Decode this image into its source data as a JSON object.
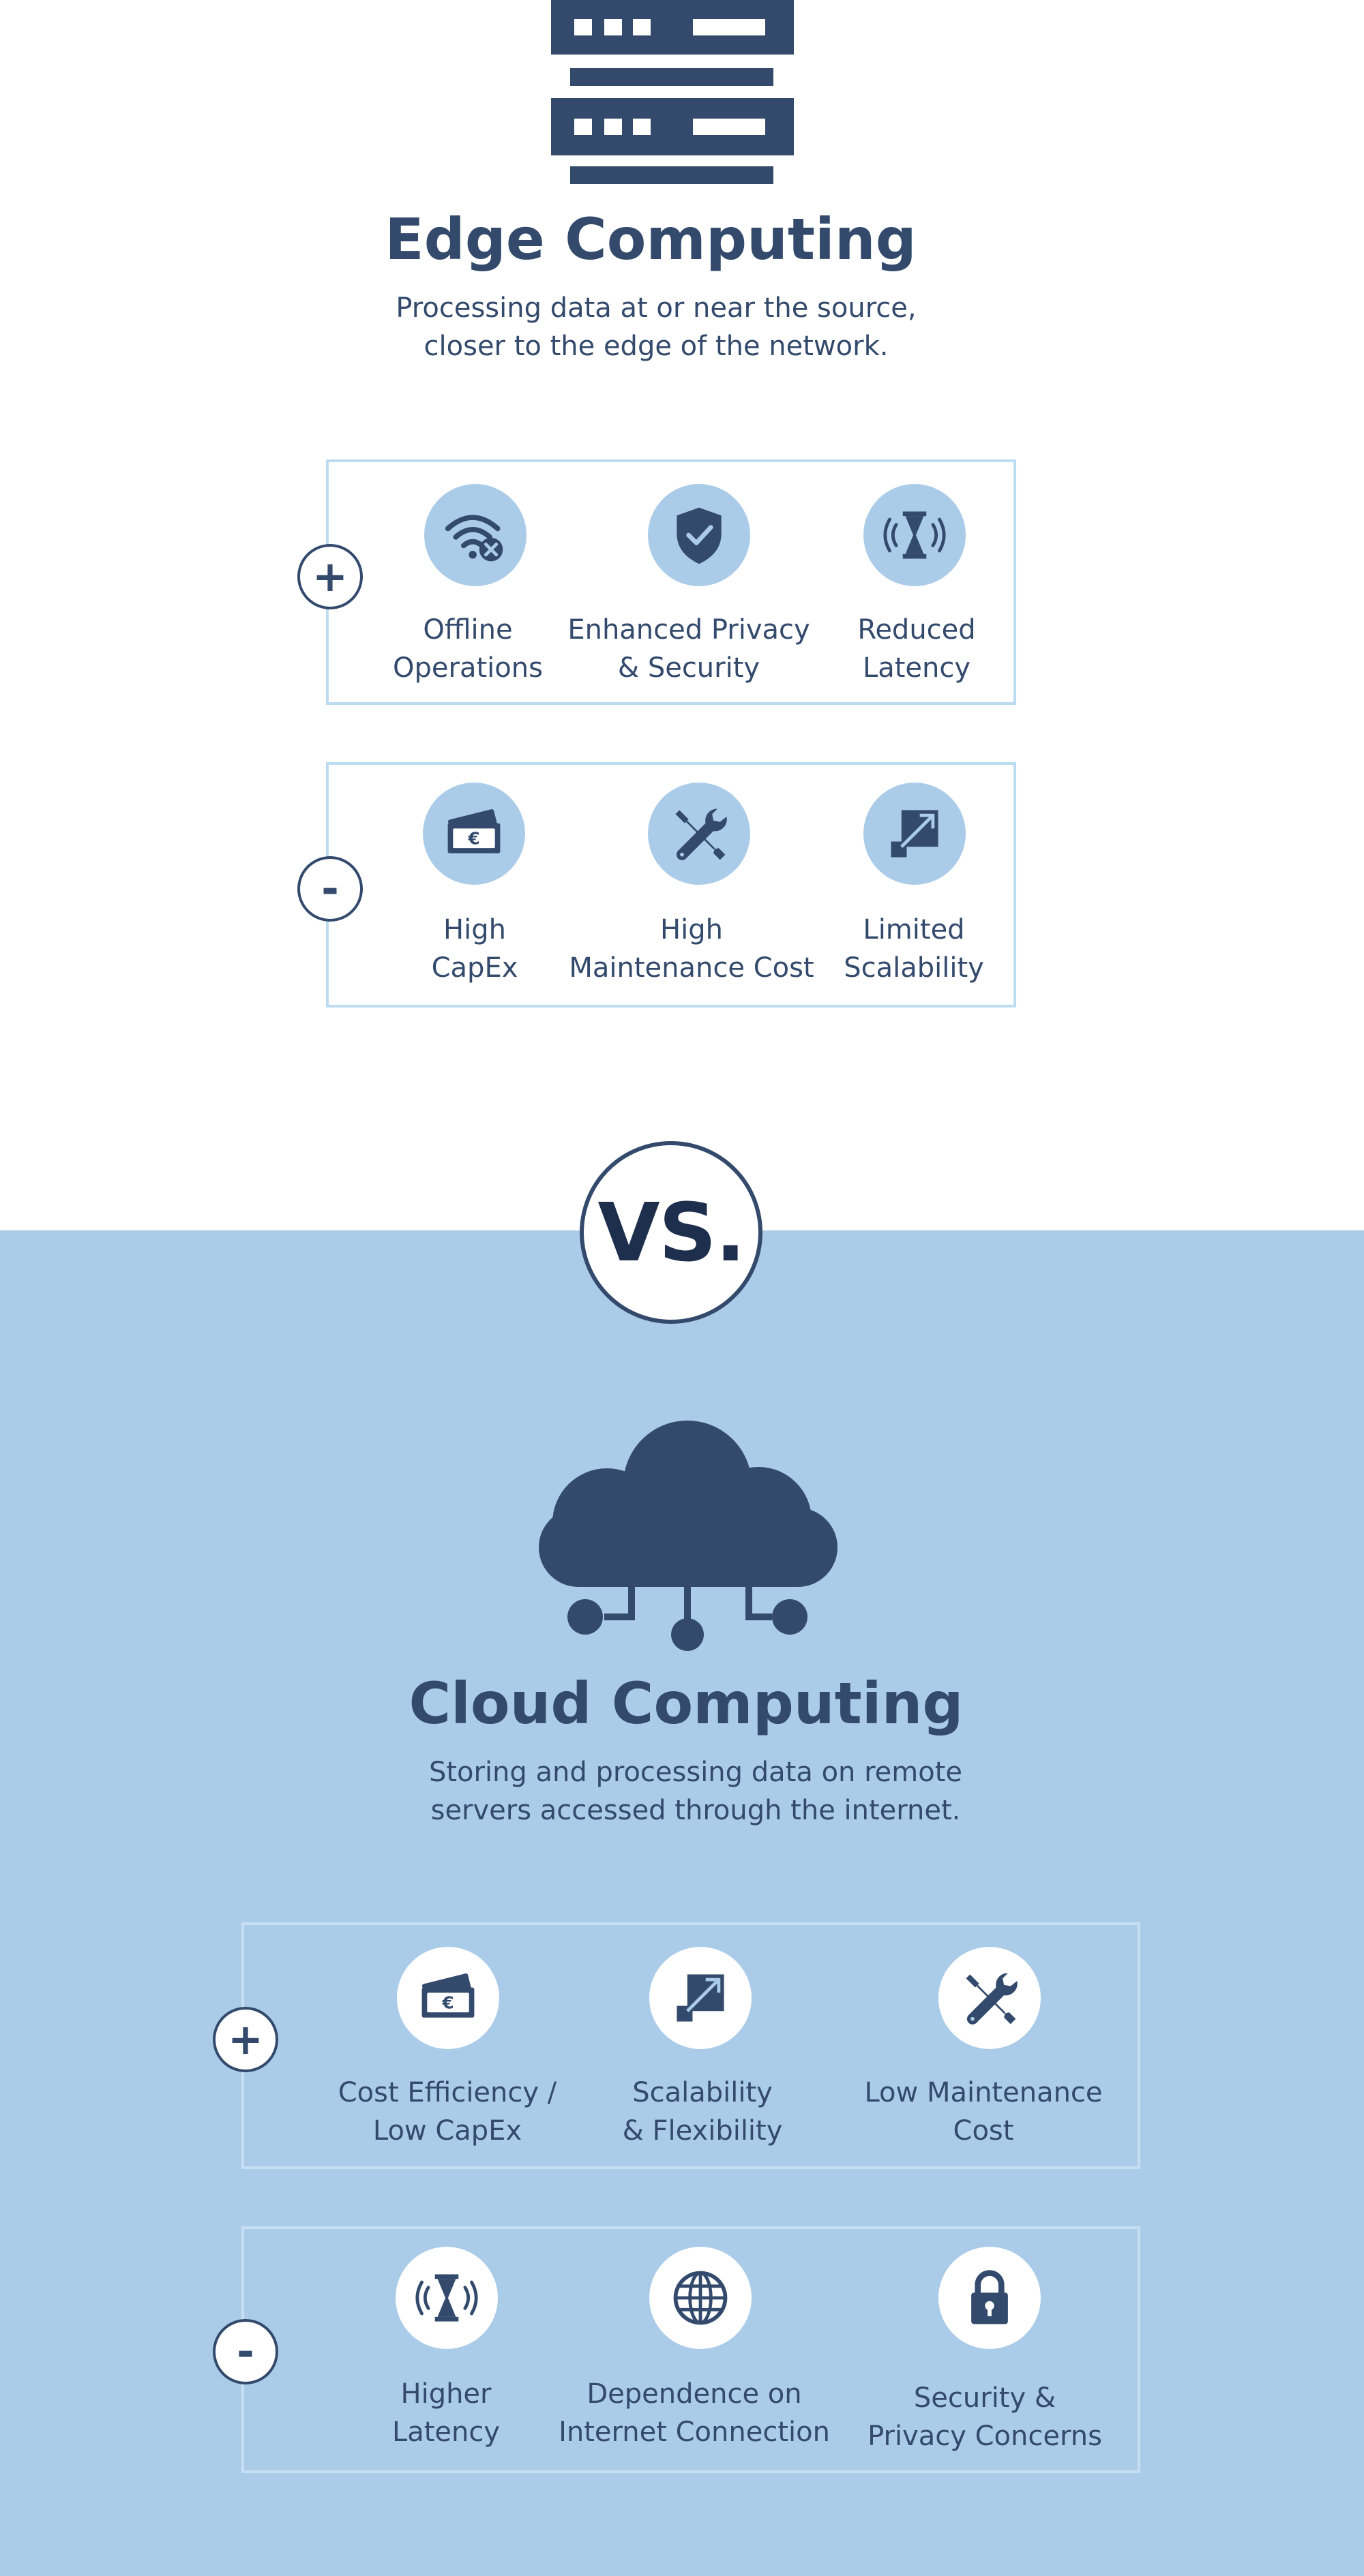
{
  "colors": {
    "navy": "#334a6c",
    "light_blue": "#abcce9",
    "box_border": "#bcdcf1",
    "white": "#ffffff"
  },
  "edge": {
    "title": "Edge Computing",
    "subtitle_lines": [
      "Processing data at or near the source,",
      "closer to the edge of the network."
    ],
    "pros_sign": "+",
    "cons_sign": "-",
    "pros": [
      {
        "icon": "wifi-off-icon",
        "lines": [
          "Offline",
          "Operations"
        ]
      },
      {
        "icon": "shield-check-icon",
        "lines": [
          "Enhanced Privacy",
          "& Security"
        ]
      },
      {
        "icon": "hourglass-signal-icon",
        "lines": [
          "Reduced",
          "Latency"
        ]
      }
    ],
    "cons": [
      {
        "icon": "euro-banknote-icon",
        "lines": [
          "High",
          "CapEx"
        ]
      },
      {
        "icon": "wrench-screwdriver-icon",
        "lines": [
          "High",
          "Maintenance Cost"
        ]
      },
      {
        "icon": "expand-arrow-icon",
        "lines": [
          "Limited",
          "Scalability"
        ]
      }
    ]
  },
  "vs_label": "VS.",
  "cloud": {
    "title": "Cloud Computing",
    "subtitle_lines": [
      "Storing and processing data on remote",
      "servers accessed through the internet."
    ],
    "pros_sign": "+",
    "cons_sign": "-",
    "pros": [
      {
        "icon": "euro-banknote-icon",
        "lines": [
          "Cost Efficiency /",
          "Low CapEx"
        ]
      },
      {
        "icon": "expand-arrow-icon",
        "lines": [
          "Scalability",
          "& Flexibility"
        ]
      },
      {
        "icon": "wrench-screwdriver-icon",
        "lines": [
          "Low Maintenance",
          "Cost"
        ]
      }
    ],
    "cons": [
      {
        "icon": "hourglass-signal-icon",
        "lines": [
          "Higher",
          "Latency"
        ]
      },
      {
        "icon": "globe-icon",
        "lines": [
          "Dependence on",
          "Internet Connection"
        ]
      },
      {
        "icon": "padlock-icon",
        "lines": [
          "Security &",
          "Privacy Concerns"
        ]
      }
    ]
  }
}
